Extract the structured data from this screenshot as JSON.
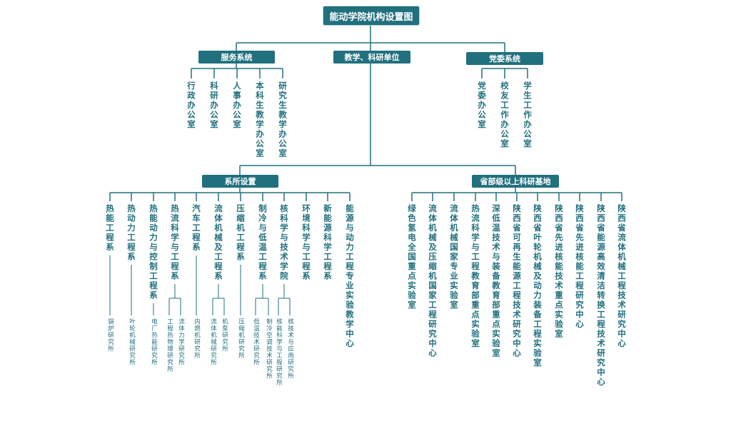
{
  "title": "能动学院机构设置图",
  "colors": {
    "accent": "#21707e",
    "text": "#21707e"
  },
  "service": {
    "label": "服务系统",
    "items": [
      "行政办公室",
      "科研办公室",
      "人事办公室",
      "本科生教学办公室",
      "研究生教学办公室"
    ]
  },
  "teaching": {
    "label": "教学、科研单位"
  },
  "party": {
    "label": "党委系统",
    "items": [
      "党委办公室",
      "校友工作办公室",
      "学生工作办公室"
    ]
  },
  "departments": {
    "label": "系所设置",
    "items": [
      {
        "name": "热能工程系",
        "institutes": [
          "锅炉研究所"
        ]
      },
      {
        "name": "热动力工程系",
        "institutes": [
          "叶轮机械研究所"
        ]
      },
      {
        "name": "热能动力与控制工程系",
        "institutes": [
          "电厂热能研究所"
        ]
      },
      {
        "name": "热流科学与工程系",
        "institutes": [
          "工程热物理研究所",
          "流体力学研究所"
        ]
      },
      {
        "name": "汽车工程系",
        "institutes": [
          "内燃机研究所"
        ]
      },
      {
        "name": "流体机械及工程系",
        "institutes": [
          "流体机械研究所",
          "机泵研究所"
        ]
      },
      {
        "name": "压缩机工程系",
        "institutes": [
          "压缩机研究所"
        ]
      },
      {
        "name": "制冷与低温工程系",
        "institutes": [
          "低温技术研究所",
          "制冷空调技术研究所"
        ]
      },
      {
        "name": "核科学与技术学院",
        "institutes": [
          "核能科学与工程研究所",
          "核技术与应用研究所"
        ]
      },
      {
        "name": "环境科学与工程系",
        "institutes": []
      },
      {
        "name": "新能源科学工程系",
        "institutes": []
      },
      {
        "name": "能源与动力工程专业实验教学中心",
        "institutes": []
      }
    ]
  },
  "bases": {
    "label": "省部级以上科研基地",
    "items": [
      "绿色氢电全国重点实验室",
      "流体机械及压缩机国家工程研究中心",
      "流体机械国家专业实验室",
      "热流科学与工程教育部重点实验室",
      "深低温技术与装备教育部重点实验室",
      "陕西省可再生能源工程技术研究中心",
      "陕西省叶轮机械及动力装备工程实验室",
      "陕西省先进核能技术重点实验室",
      "陕西省先进核能工程研究中心",
      "陕西省能源高效清洁转换工程技术研究中心",
      "陕西省流体机械工程技术研究中心"
    ]
  }
}
